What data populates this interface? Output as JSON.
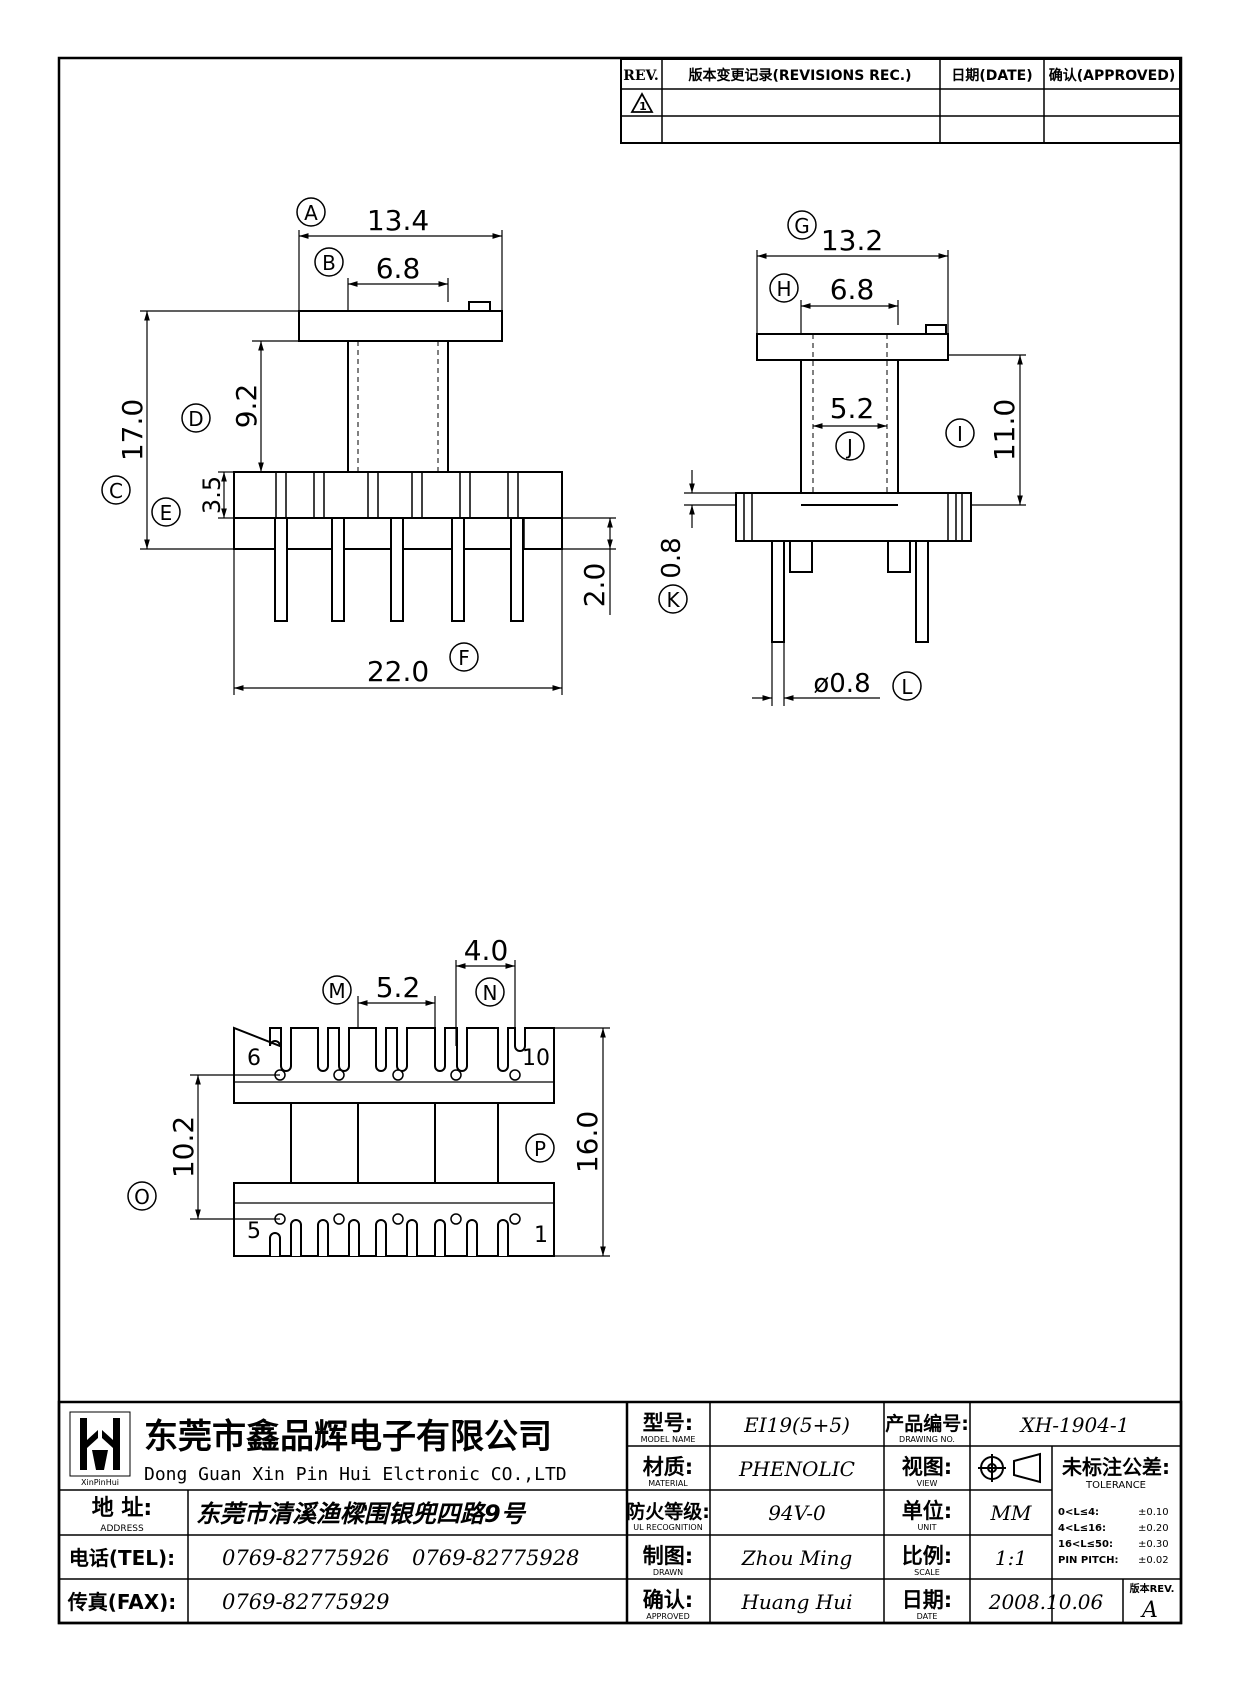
{
  "revisions": {
    "headers": {
      "rev": "REV.",
      "record": "版本变更记录(REVISIONS REC.)",
      "date": "日期(DATE)",
      "approved": "确认(APPROVED)"
    },
    "row1_mark": "1"
  },
  "dimensions": {
    "A": {
      "label": "A",
      "value": "13.4"
    },
    "B": {
      "label": "B",
      "value": "6.8"
    },
    "C": {
      "label": "C",
      "value": "17.0"
    },
    "D": {
      "label": "D",
      "value": "9.2"
    },
    "E": {
      "label": "E",
      "value": "3.5"
    },
    "F": {
      "label": "F",
      "value": "22.0"
    },
    "F2": {
      "value": "2.0"
    },
    "G": {
      "label": "G",
      "value": "13.2"
    },
    "H": {
      "label": "H",
      "value": "6.8"
    },
    "I": {
      "label": "I",
      "value": "11.0"
    },
    "J": {
      "label": "J",
      "value": "5.2"
    },
    "K": {
      "label": "K",
      "value": "0.8"
    },
    "L": {
      "label": "L",
      "value": "ø0.8"
    },
    "M": {
      "label": "M",
      "value": "5.2"
    },
    "N": {
      "label": "N",
      "value": "4.0"
    },
    "O": {
      "label": "O",
      "value": "10.2"
    },
    "P": {
      "label": "P",
      "value": "16.0"
    }
  },
  "pins": {
    "top_left": "6",
    "top_right": "10",
    "bottom_left": "5",
    "bottom_right": "1"
  },
  "title_block": {
    "logo_text": "XinPinHui",
    "company_cn": "东莞市鑫品辉电子有限公司",
    "company_en": "Dong Guan Xin Pin Hui Elctronic CO.,LTD",
    "address_label_cn": "地 址:",
    "address_label_en": "ADDRESS",
    "address": "东莞市清溪渔樑围银兜四路9号",
    "tel_label": "电话(TEL):",
    "tel1": "0769-82775926",
    "tel2": "0769-82775928",
    "fax_label": "传真(FAX):",
    "fax": "0769-82775929",
    "model_label_cn": "型号:",
    "model_label_en": "MODEL NAME",
    "model": "EI19(5+5)",
    "material_label_cn": "材质:",
    "material_label_en": "MATERIAL",
    "material": "PHENOLIC",
    "fire_label_cn": "防火等级:",
    "fire_label_en": "UL RECOGNITION",
    "fire": "94V-0",
    "drawn_label_cn": "制图:",
    "drawn_label_en": "DRAWN",
    "drawn": "Zhou Ming",
    "approved_label_cn": "确认:",
    "approved_label_en": "APPROVED",
    "approved": "Huang Hui",
    "drawing_no_label_cn": "产品编号:",
    "drawing_no_label_en": "DRAWING NO.",
    "drawing_no": "XH-1904-1",
    "view_label_cn": "视图:",
    "view_label_en": "VIEW",
    "unit_label_cn": "单位:",
    "unit_label_en": "UNIT",
    "unit": "MM",
    "scale_label_cn": "比例:",
    "scale_label_en": "SCALE",
    "scale": "1:1",
    "date_label_cn": "日期:",
    "date_label_en": "DATE",
    "date": "2008.10.06",
    "tolerance_title_cn": "未标注公差:",
    "tolerance_title_en": "TOLERANCE",
    "tolerances": [
      {
        "range": "0<L≤4:",
        "value": "±0.10"
      },
      {
        "range": "4<L≤16:",
        "value": "±0.20"
      },
      {
        "range": "16<L≤50:",
        "value": "±0.30"
      },
      {
        "range": "PIN PITCH:",
        "value": "±0.02"
      }
    ],
    "rev_label": "版本REV.",
    "rev": "A"
  }
}
